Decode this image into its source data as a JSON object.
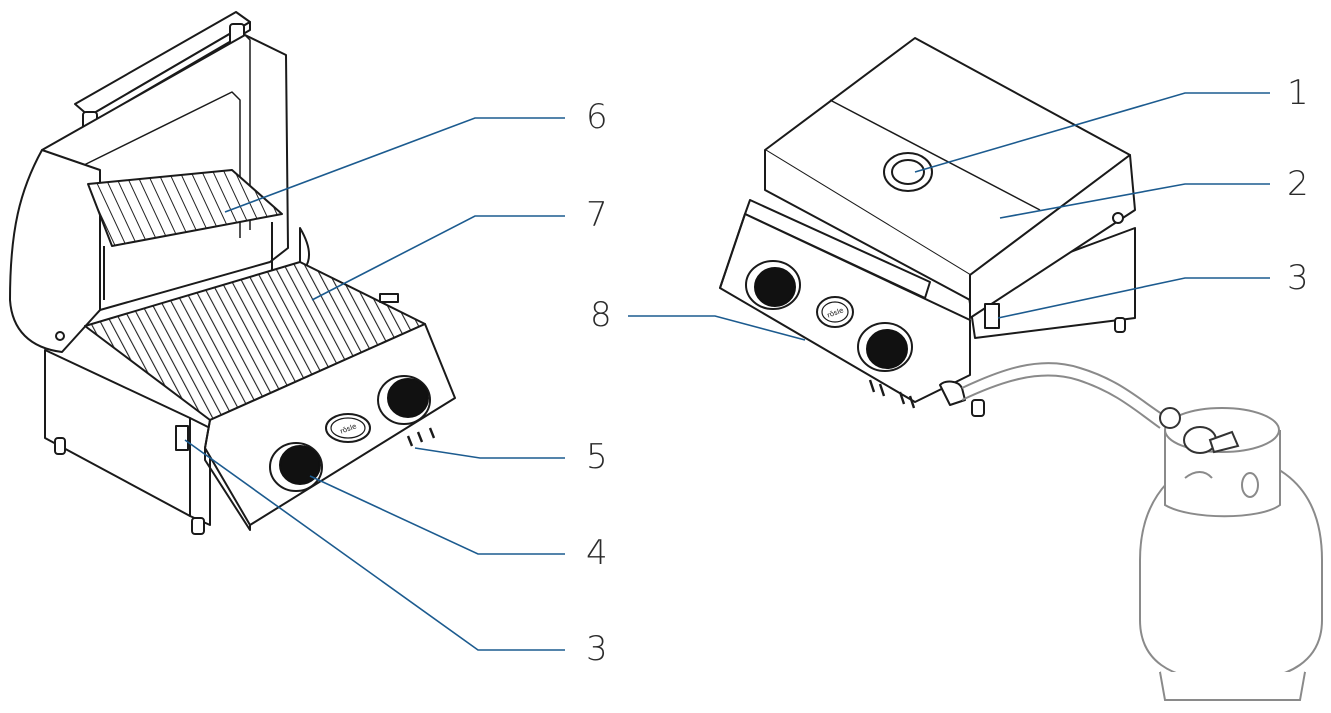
{
  "callouts": {
    "c1": "1",
    "c2": "2",
    "c3_right": "3",
    "c3_left": "3",
    "c4": "4",
    "c5": "5",
    "c6": "6",
    "c7": "7",
    "c8": "8"
  },
  "knob_logo": "rösle",
  "colors": {
    "leader_line": "#1c5b8f",
    "outline": "#1a1a1a",
    "knob": "#111111",
    "tank_outline": "#8a8a8a"
  }
}
